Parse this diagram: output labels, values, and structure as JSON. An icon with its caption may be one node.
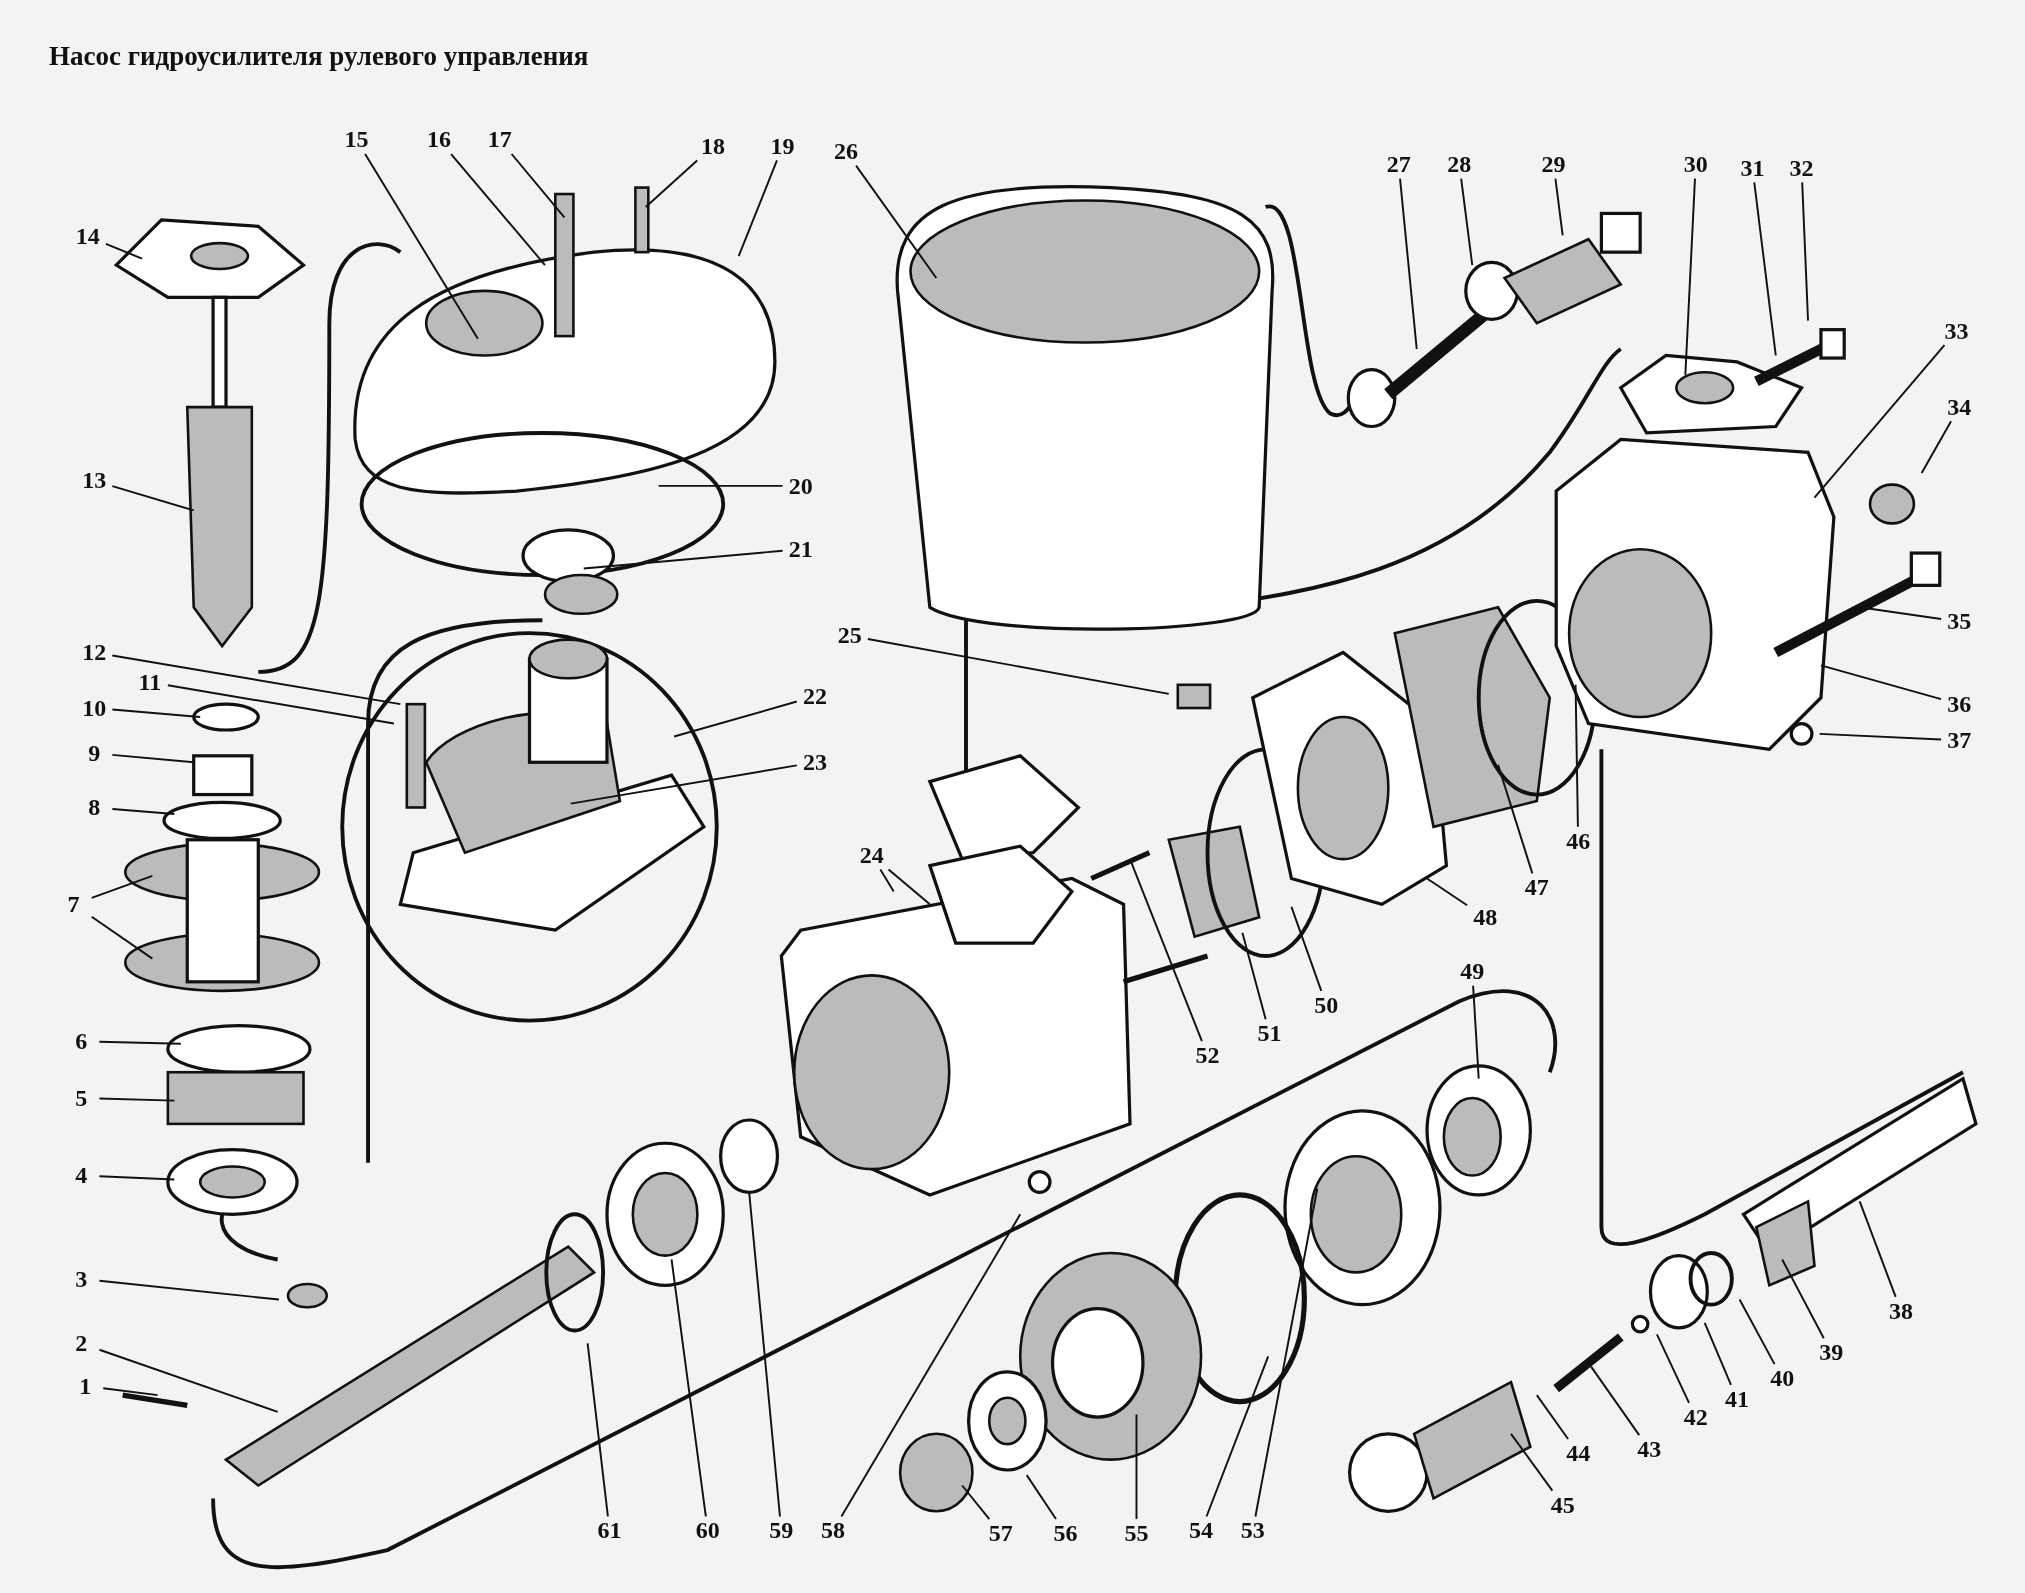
{
  "diagram": {
    "title": "Насос гидроусилителя рулевого управления",
    "nodes": [
      {
        "text": [
          "1"
        ]
      },
      {
        "text": [
          "2"
        ]
      },
      {
        "text": [
          "3"
        ]
      },
      {
        "text": [
          "4"
        ]
      },
      {
        "text": [
          "5"
        ]
      },
      {
        "text": [
          "6"
        ]
      },
      {
        "text": [
          "7"
        ]
      },
      {
        "text": [
          "8"
        ]
      },
      {
        "text": [
          "9"
        ]
      },
      {
        "text": [
          "10"
        ]
      },
      {
        "text": [
          "11"
        ]
      },
      {
        "text": [
          "12"
        ]
      },
      {
        "text": [
          "13"
        ]
      },
      {
        "text": [
          "14"
        ]
      },
      {
        "text": [
          "15"
        ]
      },
      {
        "text": [
          "16"
        ]
      },
      {
        "text": [
          "17"
        ]
      },
      {
        "text": [
          "18"
        ]
      },
      {
        "text": [
          "19"
        ]
      },
      {
        "text": [
          "20"
        ]
      },
      {
        "text": [
          "21"
        ]
      },
      {
        "text": [
          "22"
        ]
      },
      {
        "text": [
          "23"
        ]
      },
      {
        "text": [
          "24"
        ]
      },
      {
        "text": [
          "25"
        ]
      },
      {
        "text": [
          "26"
        ]
      },
      {
        "text": [
          "27"
        ]
      },
      {
        "text": [
          "28"
        ]
      },
      {
        "text": [
          "29"
        ]
      },
      {
        "text": [
          "30"
        ]
      },
      {
        "text": [
          "31"
        ]
      },
      {
        "text": [
          "32"
        ]
      },
      {
        "text": [
          "33"
        ]
      },
      {
        "text": [
          "34"
        ]
      },
      {
        "text": [
          "35"
        ]
      },
      {
        "text": [
          "36"
        ]
      },
      {
        "text": [
          "37"
        ]
      },
      {
        "text": [
          "38"
        ]
      },
      {
        "text": [
          "39"
        ]
      },
      {
        "text": [
          "40"
        ]
      },
      {
        "text": [
          "41"
        ]
      },
      {
        "text": [
          "42"
        ]
      },
      {
        "text": [
          "43"
        ]
      },
      {
        "text": [
          "44"
        ]
      },
      {
        "text": [
          "45"
        ]
      },
      {
        "text": [
          "46"
        ]
      },
      {
        "text": [
          "47"
        ]
      },
      {
        "text": [
          "48"
        ]
      },
      {
        "text": [
          "49"
        ]
      },
      {
        "text": [
          "50"
        ]
      },
      {
        "text": [
          "51"
        ]
      },
      {
        "text": [
          "52"
        ]
      },
      {
        "text": [
          "53"
        ]
      },
      {
        "text": [
          "54"
        ]
      },
      {
        "text": [
          "55"
        ]
      },
      {
        "text": [
          "56"
        ]
      },
      {
        "text": [
          "57"
        ]
      },
      {
        "text": [
          "58"
        ]
      },
      {
        "text": [
          "59"
        ]
      },
      {
        "text": [
          "60"
        ]
      },
      {
        "text": [
          "61"
        ]
      }
    ],
    "edges": [
      {
        "from": 0,
        "to": null,
        "arrow": "none"
      },
      {
        "from": 1,
        "to": null,
        "arrow": "none"
      },
      {
        "from": 2,
        "to": null,
        "arrow": "none"
      },
      {
        "from": 3,
        "to": null,
        "arrow": "none"
      },
      {
        "from": 4,
        "to": null,
        "arrow": "none"
      },
      {
        "from": 5,
        "to": null,
        "arrow": "none"
      },
      {
        "from": 6,
        "to": null,
        "arrow": "none"
      },
      {
        "from": 6,
        "to": null,
        "arrow": "none"
      },
      {
        "from": 7,
        "to": null,
        "arrow": "none"
      },
      {
        "from": 8,
        "to": null,
        "arrow": "none"
      },
      {
        "from": 9,
        "to": null,
        "arrow": "none"
      },
      {
        "from": 10,
        "to": null,
        "arrow": "none"
      },
      {
        "from": 11,
        "to": null,
        "arrow": "none"
      },
      {
        "from": 12,
        "to": null,
        "arrow": "none"
      },
      {
        "from": 13,
        "to": null,
        "arrow": "none"
      },
      {
        "from": 14,
        "to": null,
        "arrow": "none"
      },
      {
        "from": 15,
        "to": null,
        "arrow": "none"
      },
      {
        "from": 16,
        "to": null,
        "arrow": "none"
      },
      {
        "from": 17,
        "to": null,
        "arrow": "none"
      },
      {
        "from": 18,
        "to": null,
        "arrow": "none"
      },
      {
        "from": 19,
        "to": null,
        "arrow": "none"
      },
      {
        "from": 20,
        "to": null,
        "arrow": "none"
      },
      {
        "from": 21,
        "to": null,
        "arrow": "none"
      },
      {
        "from": 22,
        "to": null,
        "arrow": "none"
      },
      {
        "from": 23,
        "to": null,
        "arrow": "none"
      },
      {
        "from": 23,
        "to": null,
        "arrow": "none"
      },
      {
        "from": 24,
        "to": null,
        "arrow": "none"
      },
      {
        "from": 25,
        "to": null,
        "arrow": "none"
      },
      {
        "from": 26,
        "to": null,
        "arrow": "none"
      },
      {
        "from": 27,
        "to": null,
        "arrow": "none"
      },
      {
        "from": 28,
        "to": null,
        "arrow": "none"
      },
      {
        "from": 29,
        "to": null,
        "arrow": "none"
      },
      {
        "from": 30,
        "to": null,
        "arrow": "none"
      },
      {
        "from": 31,
        "to": null,
        "arrow": "none"
      },
      {
        "from": 32,
        "to": null,
        "arrow": "none"
      },
      {
        "from": 33,
        "to": null,
        "arrow": "none"
      },
      {
        "from": 34,
        "to": null,
        "arrow": "none"
      },
      {
        "from": 35,
        "to": null,
        "arrow": "none"
      },
      {
        "from": 36,
        "to": null,
        "arrow": "none"
      },
      {
        "from": 37,
        "to": null,
        "arrow": "none"
      },
      {
        "from": 38,
        "to": null,
        "arrow": "none"
      },
      {
        "from": 39,
        "to": null,
        "arrow": "none"
      },
      {
        "from": 40,
        "to": null,
        "arrow": "none"
      },
      {
        "from": 41,
        "to": null,
        "arrow": "none"
      },
      {
        "from": 42,
        "to": null,
        "arrow": "none"
      },
      {
        "from": 43,
        "to": null,
        "arrow": "none"
      },
      {
        "from": 44,
        "to": null,
        "arrow": "none"
      },
      {
        "from": 45,
        "to": null,
        "arrow": "none"
      },
      {
        "from": 46,
        "to": null,
        "arrow": "none"
      },
      {
        "from": 47,
        "to": null,
        "arrow": "none"
      },
      {
        "from": 48,
        "to": null,
        "arrow": "none"
      },
      {
        "from": 49,
        "to": null,
        "arrow": "none"
      },
      {
        "from": 50,
        "to": null,
        "arrow": "none"
      },
      {
        "from": 51,
        "to": null,
        "arrow": "none"
      },
      {
        "from": 52,
        "to": null,
        "arrow": "none"
      },
      {
        "from": 53,
        "to": null,
        "arrow": "none"
      },
      {
        "from": 54,
        "to": null,
        "arrow": "none"
      },
      {
        "from": 55,
        "to": null,
        "arrow": "none"
      },
      {
        "from": 56,
        "to": null,
        "arrow": "none"
      },
      {
        "from": 57,
        "to": null,
        "arrow": "none"
      },
      {
        "from": 58,
        "to": null,
        "arrow": "none"
      },
      {
        "from": 59,
        "to": null,
        "arrow": "none"
      },
      {
        "from": 60,
        "to": null,
        "arrow": "none"
      }
    ]
  }
}
